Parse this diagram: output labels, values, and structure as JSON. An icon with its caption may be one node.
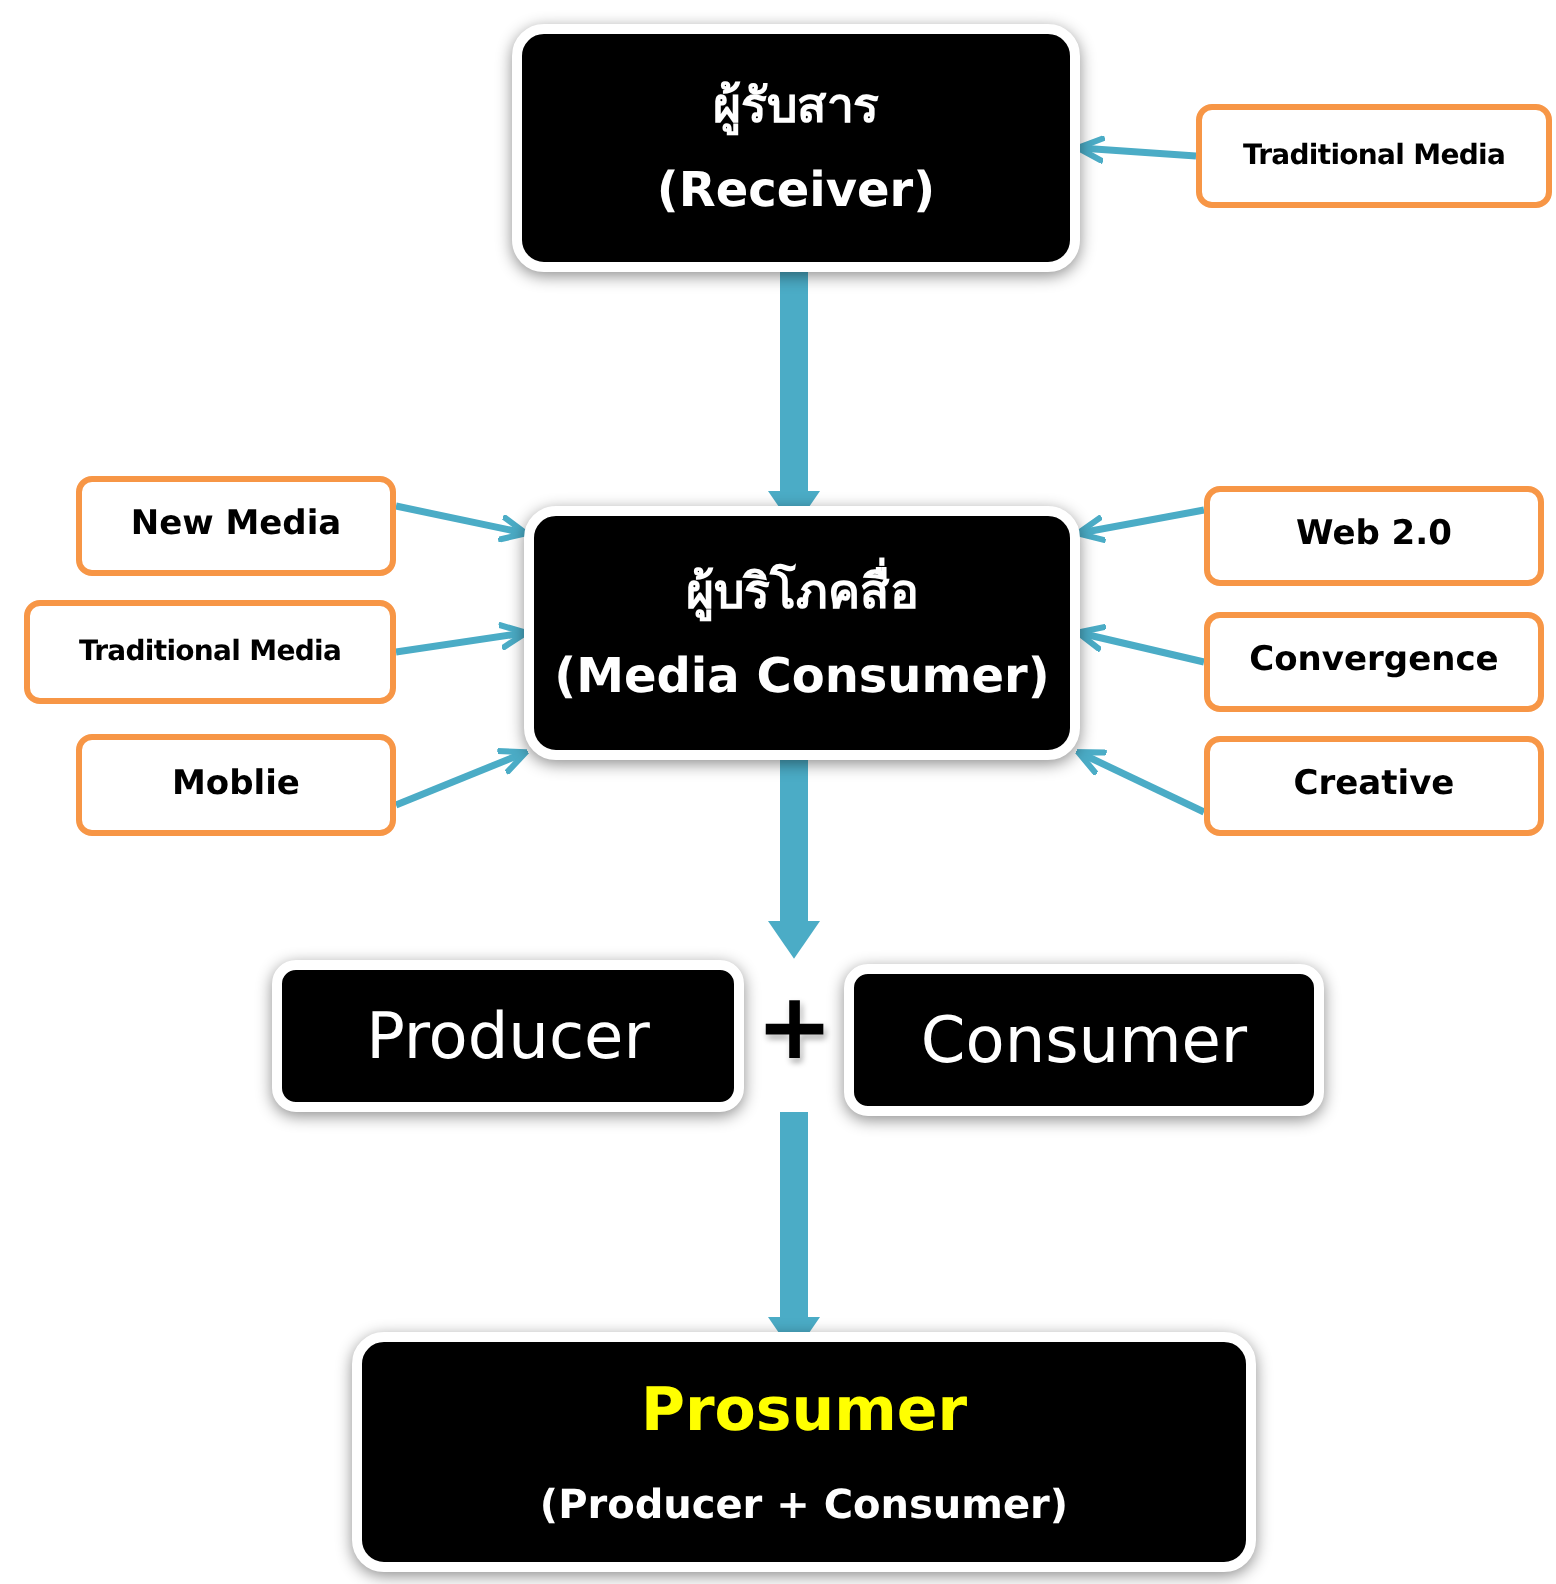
{
  "diagram": {
    "nodes": [
      {
        "text": [
          "ผู้รับสาร",
          "(Receiver)"
        ]
      },
      {
        "text": [
          "Traditional Media"
        ]
      },
      {
        "text": [
          "New Media"
        ]
      },
      {
        "text": [
          "Traditional Media"
        ]
      },
      {
        "text": [
          "Moblie"
        ]
      },
      {
        "text": [
          "ผู้บริโภคสื่อ",
          "(Media Consumer)"
        ]
      },
      {
        "text": [
          "Web 2.0"
        ]
      },
      {
        "text": [
          "Convergence"
        ]
      },
      {
        "text": [
          "Creative"
        ]
      },
      {
        "text": [
          "Producer"
        ]
      },
      {
        "text": [
          "Consumer"
        ]
      },
      {
        "text": [
          "Prosumer",
          "(Producer + Consumer)"
        ]
      }
    ],
    "edges": [
      {
        "from": 1,
        "to": 0,
        "arrow": "to"
      },
      {
        "from": 0,
        "to": 5,
        "arrow": "to",
        "style": "thick"
      },
      {
        "from": 2,
        "to": 5,
        "arrow": "to"
      },
      {
        "from": 3,
        "to": 5,
        "arrow": "to"
      },
      {
        "from": 4,
        "to": 5,
        "arrow": "to"
      },
      {
        "from": 6,
        "to": 5,
        "arrow": "to"
      },
      {
        "from": 7,
        "to": 5,
        "arrow": "to"
      },
      {
        "from": 8,
        "to": 5,
        "arrow": "to"
      },
      {
        "from": 5,
        "to": 9,
        "arrow": "to",
        "style": "thick"
      },
      {
        "from": 5,
        "to": 10,
        "arrow": "to",
        "style": "thick"
      },
      {
        "from": 9,
        "to": 11,
        "arrow": "to",
        "style": "thick"
      },
      {
        "from": 10,
        "to": 11,
        "arrow": "to",
        "style": "thick"
      }
    ],
    "labels": [
      "+"
    ]
  }
}
